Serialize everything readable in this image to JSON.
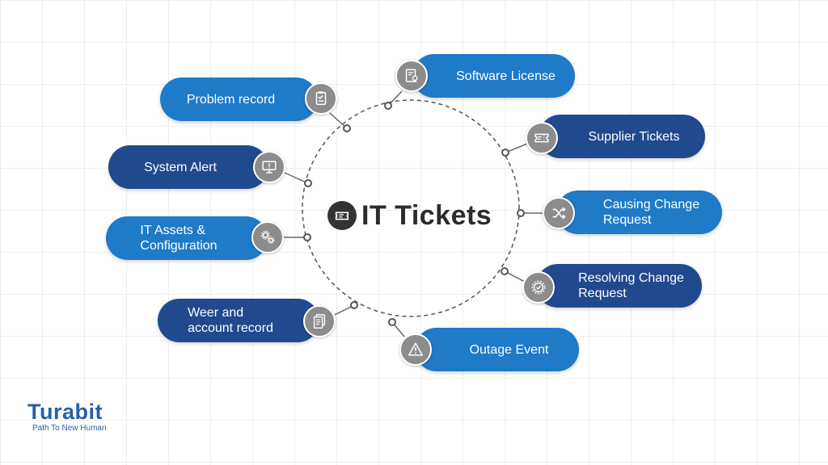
{
  "center": {
    "title": "IT Tickets"
  },
  "items": [
    {
      "id": "problem-record",
      "label": "Problem record",
      "icon": "clipboard-icon"
    },
    {
      "id": "system-alert",
      "label": "System Alert",
      "icon": "monitor-alert-icon"
    },
    {
      "id": "it-assets",
      "label": "IT Assets &\nConfiguration",
      "icon": "gears-icon"
    },
    {
      "id": "weer-account",
      "label": "Weer and\naccount record",
      "icon": "documents-icon"
    },
    {
      "id": "software-license",
      "label": "Software License",
      "icon": "certificate-icon"
    },
    {
      "id": "supplier-tickets",
      "label": "Supplier Tickets",
      "icon": "ticket-icon"
    },
    {
      "id": "causing-change",
      "label": "Causing Change\nRequest",
      "icon": "shuffle-icon"
    },
    {
      "id": "resolving-change",
      "label": "Resolving Change\nRequest",
      "icon": "gear-check-icon"
    },
    {
      "id": "outage-event",
      "label": "Outage Event",
      "icon": "warning-icon"
    }
  ],
  "colors": {
    "blue": "#1f7ac8",
    "navy": "#214a8e",
    "icon_bg": "#8c8c8c",
    "line": "#555555"
  },
  "brand": {
    "name": "Turabit",
    "tagline": "Path To New Human"
  }
}
